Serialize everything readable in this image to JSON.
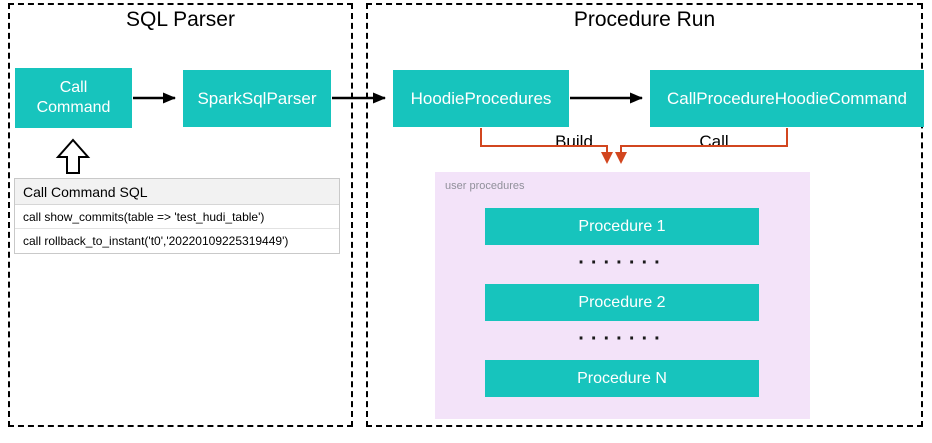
{
  "sections": {
    "sql_parser": {
      "title": "SQL Parser",
      "nodes": {
        "call_command": "Call\nCommand",
        "spark_sql_parser": "SparkSqlParser"
      },
      "sql_panel": {
        "header": "Call Command SQL",
        "rows": [
          "call show_commits(table => 'test_hudi_table')",
          "call rollback_to_instant('t0','20220109225319449')"
        ]
      }
    },
    "procedure_run": {
      "title": "Procedure Run",
      "nodes": {
        "hoodie_procedures": "HoodieProcedures",
        "call_procedure_hoodie_command": "CallProcedureHoodieCommand"
      },
      "edge_labels": {
        "build": "Build",
        "call": "Call"
      },
      "user_procedures": {
        "label": "user procedures",
        "items": [
          "Procedure 1",
          "Procedure 2",
          "Procedure N"
        ],
        "dots": "·······"
      }
    }
  },
  "colors": {
    "teal": "#17C4BD",
    "orange": "#D2461F",
    "lavender": "#F3E3F9"
  }
}
